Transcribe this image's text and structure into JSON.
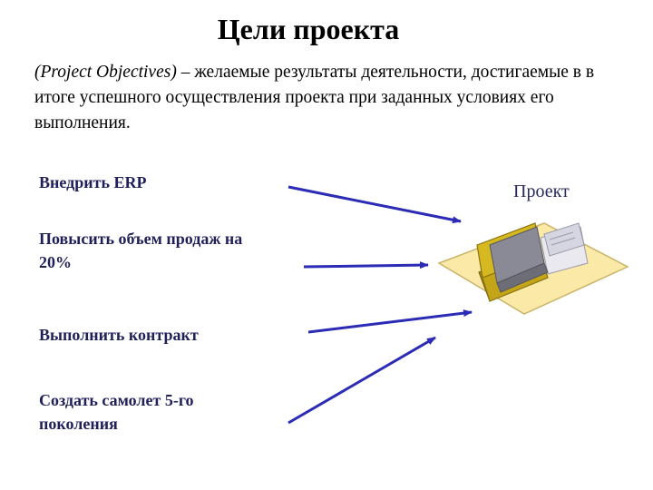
{
  "title": "Цели проекта",
  "definition": {
    "term": "(Project Objectives)",
    "text": " – желаемые результаты деятельности, достигаемые в  в итоге успешного осуществления проекта при заданных условиях его  выполнения."
  },
  "objectives": [
    "Внедрить ERP",
    "Повысить объем продаж на 20%",
    "Выполнить контракт",
    "Создать самолет 5-го поколения"
  ],
  "target_label": "Проект",
  "colors": {
    "arrow": "#2b2bb5",
    "pad": "#fbe9a8",
    "folder": "#d6b820",
    "folder_dark": "#a88c10",
    "paper": "#e9e9ef",
    "band": "#8a8a96"
  },
  "icons": {
    "project": "folder-with-papers-icon"
  }
}
